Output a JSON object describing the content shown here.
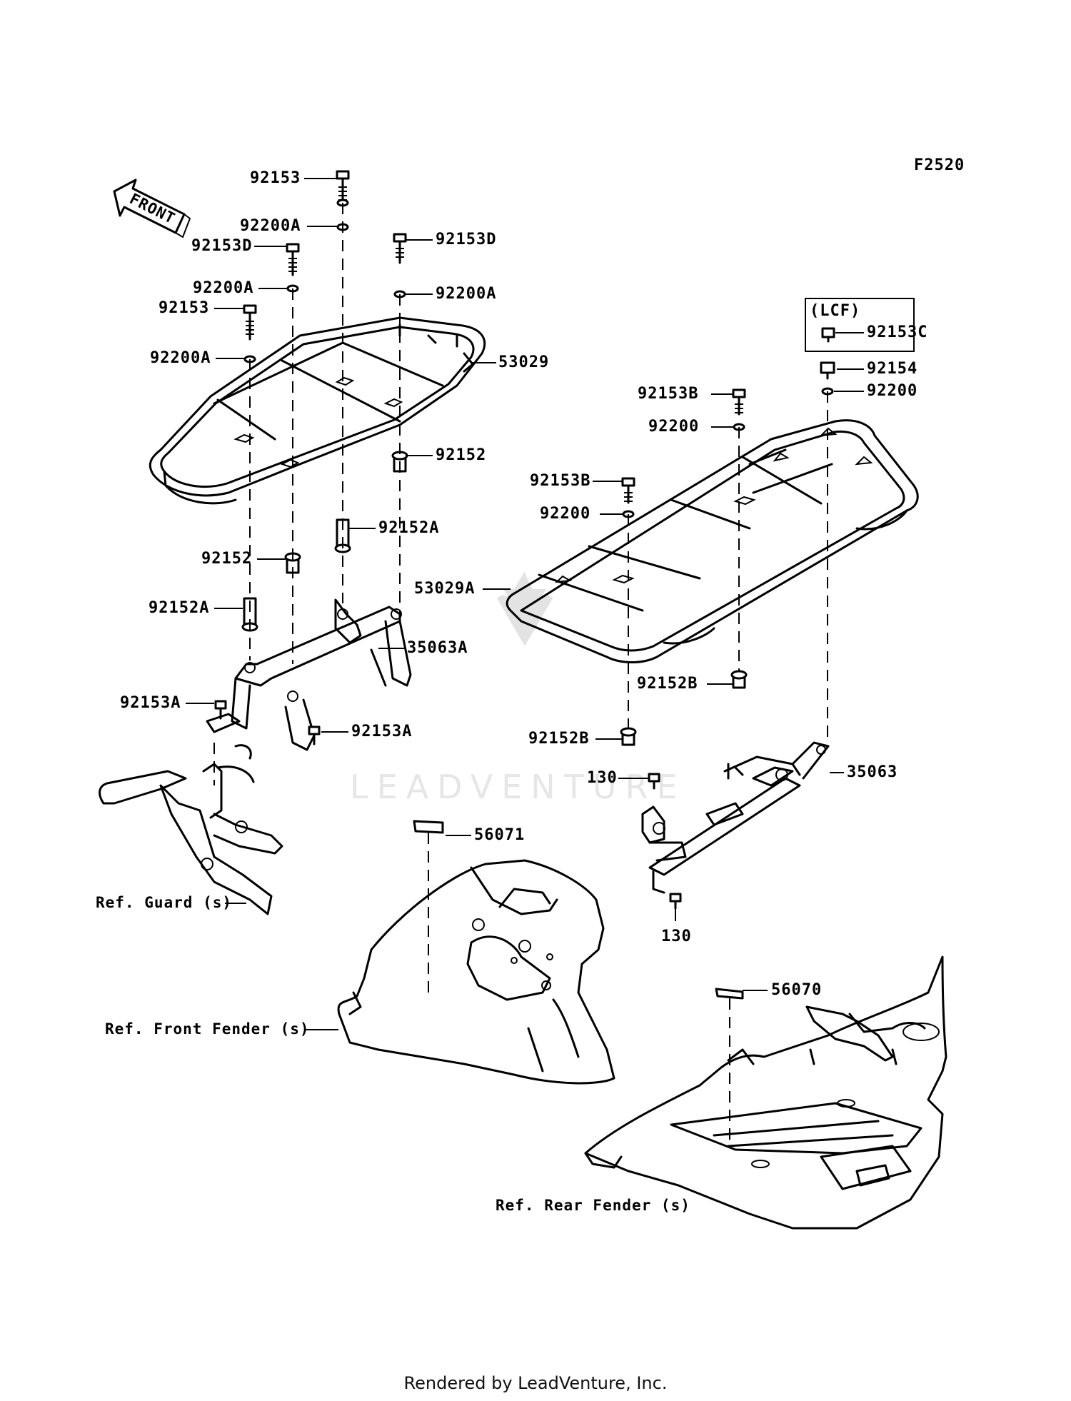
{
  "figure_code": "F2520",
  "front_arrow_label": "FRONT",
  "lcf_box_label": "(LCF)",
  "watermark": "LEADVENTURE",
  "footer": "Rendered by LeadVenture, Inc.",
  "parts": {
    "p92153_top": "92153",
    "p92200A_1": "92200A",
    "p92153D_left": "92153D",
    "p92153D_right": "92153D",
    "p92200A_2": "92200A",
    "p92200A_3": "92200A",
    "p92153_left": "92153",
    "p92200A_4": "92200A",
    "p53029": "53029",
    "p92152_r": "92152",
    "p92152A_r": "92152A",
    "p92152_l": "92152",
    "p92152A_l": "92152A",
    "p35063A": "35063A",
    "p92153A_l": "92153A",
    "p92153A_r": "92153A",
    "p92153C": "92153C",
    "p92154": "92154",
    "p92200_a": "92200",
    "p92153B_a": "92153B",
    "p92200_b": "92200",
    "p92153B_b": "92153B",
    "p92200_c": "92200",
    "p53029A": "53029A",
    "p92152B_a": "92152B",
    "p92152B_b": "92152B",
    "p35063": "35063",
    "p130_a": "130",
    "p130_b": "130",
    "p56071": "56071",
    "p56070": "56070"
  },
  "references": {
    "guard": "Ref. Guard (s)",
    "front_fender": "Ref. Front Fender (s)",
    "rear_fender": "Ref. Rear Fender (s)"
  }
}
